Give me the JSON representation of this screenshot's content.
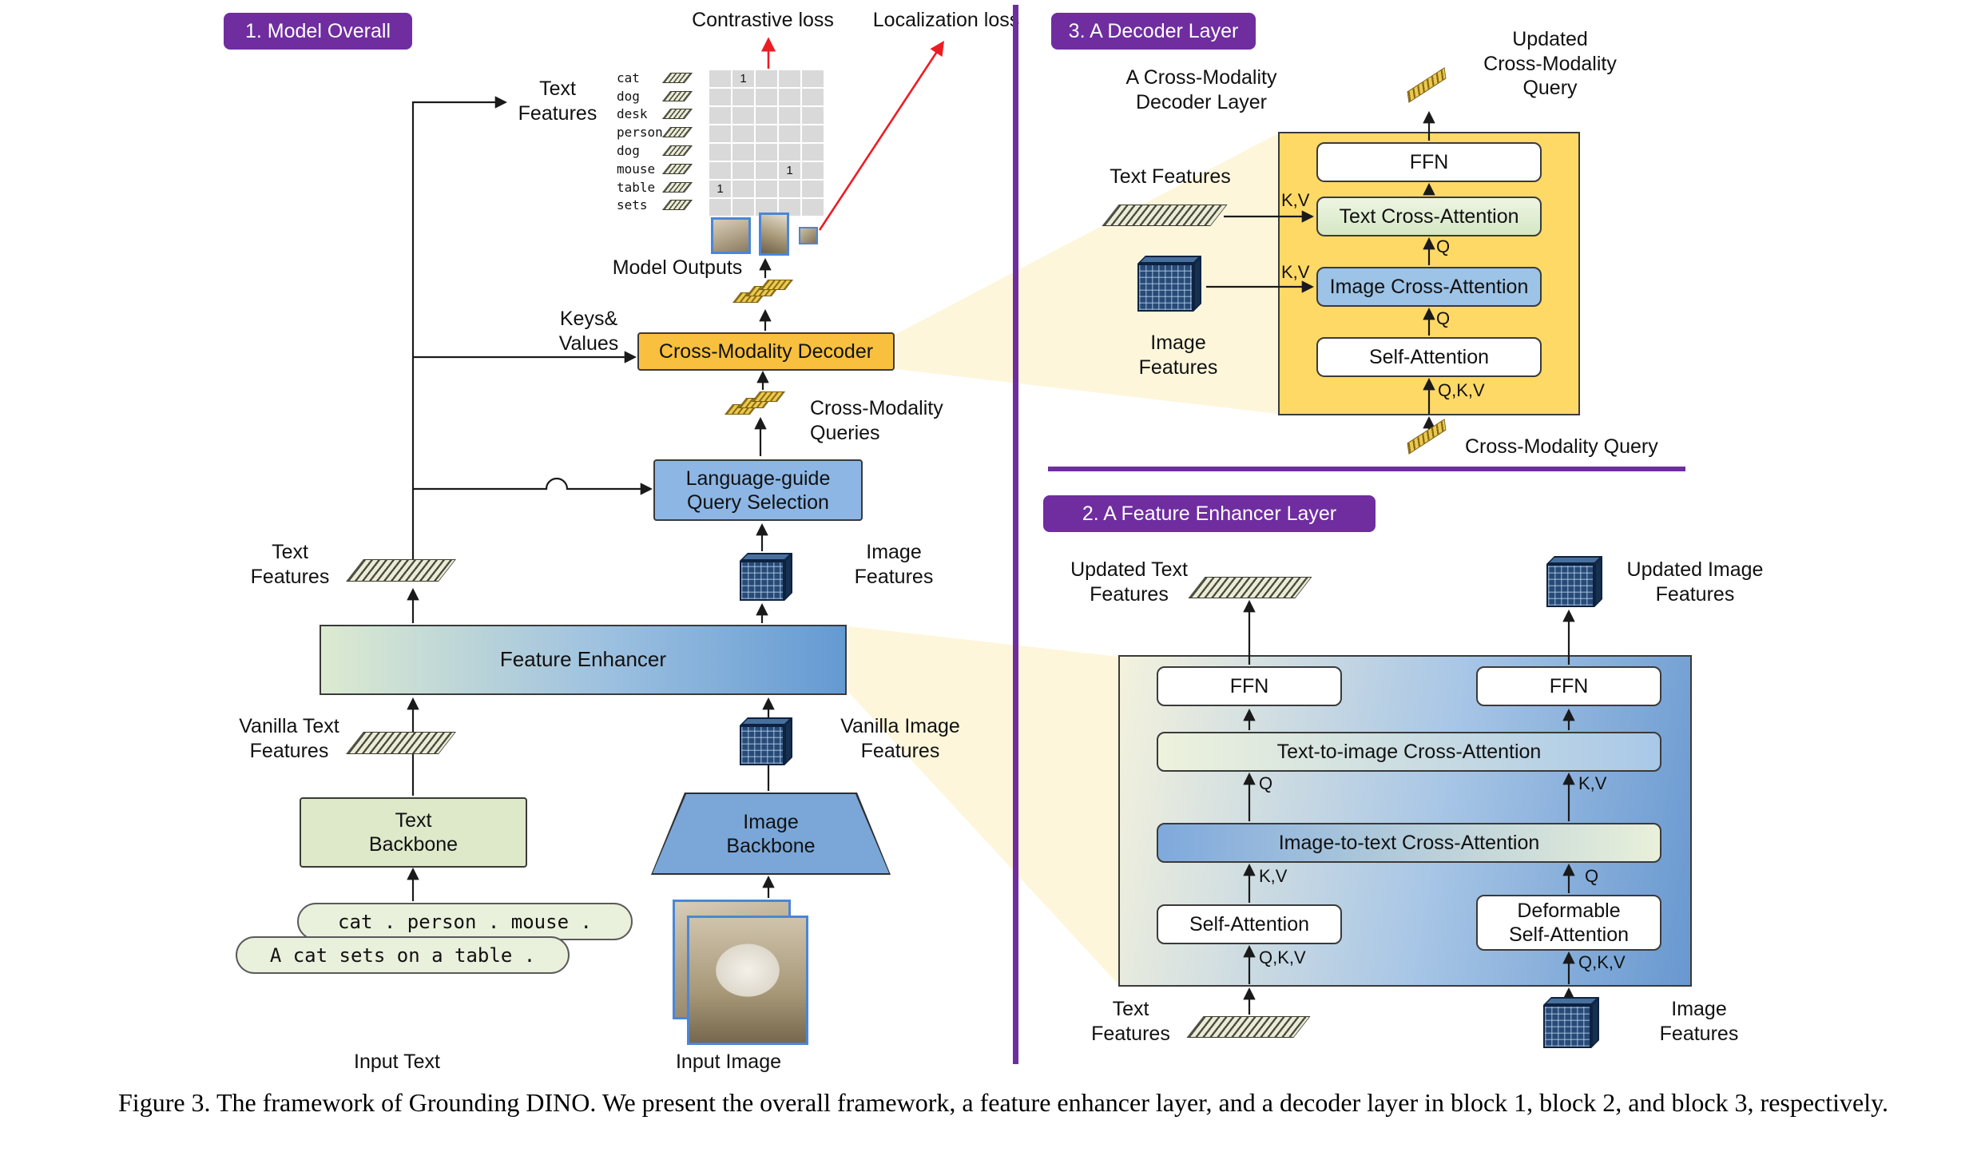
{
  "colors": {
    "purple": "#6f2da0",
    "decoder_box_orange": "#f8c03e",
    "decoder_panel_gold": "#ffd966",
    "attention_blue": "#9dc3e6",
    "backbone_green": "#dde9c9",
    "backbone_blue": "#7aa7d8",
    "loss_red": "#ed1c24"
  },
  "labels": {
    "ffn": "FFN",
    "q": "Q",
    "kv": "K,V",
    "qkv": "Q,K,V",
    "one": "1"
  },
  "block1": {
    "badge": "1. Model Overall",
    "contrastive_loss": "Contrastive loss",
    "localization_loss": "Localization loss",
    "words": [
      "cat",
      "dog",
      "desk",
      "person",
      "dog",
      "mouse",
      "table",
      "sets"
    ],
    "matrix": {
      "rows": 8,
      "cols": 5,
      "ones": [
        [
          0,
          1
        ],
        [
          5,
          3
        ],
        [
          6,
          0
        ]
      ]
    },
    "model_outputs": "Model Outputs",
    "keys_values": "Keys&\nValues",
    "decoder": "Cross-Modality Decoder",
    "queries": "Cross-Modality\nQueries",
    "query_selection": "Language-guide\nQuery Selection",
    "text_features_top": "Text\nFeatures",
    "text_features_mid": "Text\nFeatures",
    "image_features_mid": "Image\nFeatures",
    "feature_enhancer": "Feature Enhancer",
    "vanilla_text": "Vanilla Text\nFeatures",
    "vanilla_image": "Vanilla Image\nFeatures",
    "text_backbone": "Text\nBackbone",
    "image_backbone": "Image\nBackbone",
    "input_text_1": "cat . person . mouse .",
    "input_text_2": "A cat sets on a table .",
    "input_text_label": "Input Text",
    "input_image_label": "Input Image"
  },
  "block2": {
    "badge": "2. A Feature Enhancer Layer",
    "updated_text": "Updated Text\nFeatures",
    "updated_image": "Updated Image\nFeatures",
    "t2i": "Text-to-image Cross-Attention",
    "i2t": "Image-to-text Cross-Attention",
    "self_attention": "Self-Attention",
    "deformable": "Deformable\nSelf-Attention",
    "text_features": "Text\nFeatures",
    "image_features": "Image\nFeatures"
  },
  "block3": {
    "badge": "3. A Decoder Layer",
    "layer_label": "A Cross-Modality\nDecoder Layer",
    "updated_query": "Updated\nCross-Modality\nQuery",
    "text_cross": "Text Cross-Attention",
    "image_cross": "Image Cross-Attention",
    "self_attention": "Self-Attention",
    "text_features": "Text Features",
    "image_features": "Image Features",
    "cm_query": "Cross-Modality Query"
  },
  "caption": "Figure 3. The framework of Grounding DINO. We present the overall framework, a feature enhancer layer, and a decoder layer in block 1, block 2, and block 3, respectively."
}
